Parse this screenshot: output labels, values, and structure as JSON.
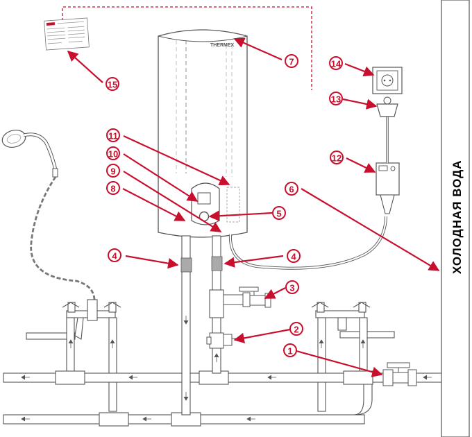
{
  "wall_label": "ХОЛОДНАЯ ВОДА",
  "heater_brand": "THERMEX",
  "callouts": [
    "1",
    "2",
    "3",
    "4",
    "4",
    "5",
    "6",
    "7",
    "8",
    "9",
    "10",
    "11",
    "12",
    "13",
    "14",
    "15"
  ],
  "colors": {
    "accent": "#c8102e",
    "line": "#555555",
    "pipe_fill": "#ffffff"
  }
}
